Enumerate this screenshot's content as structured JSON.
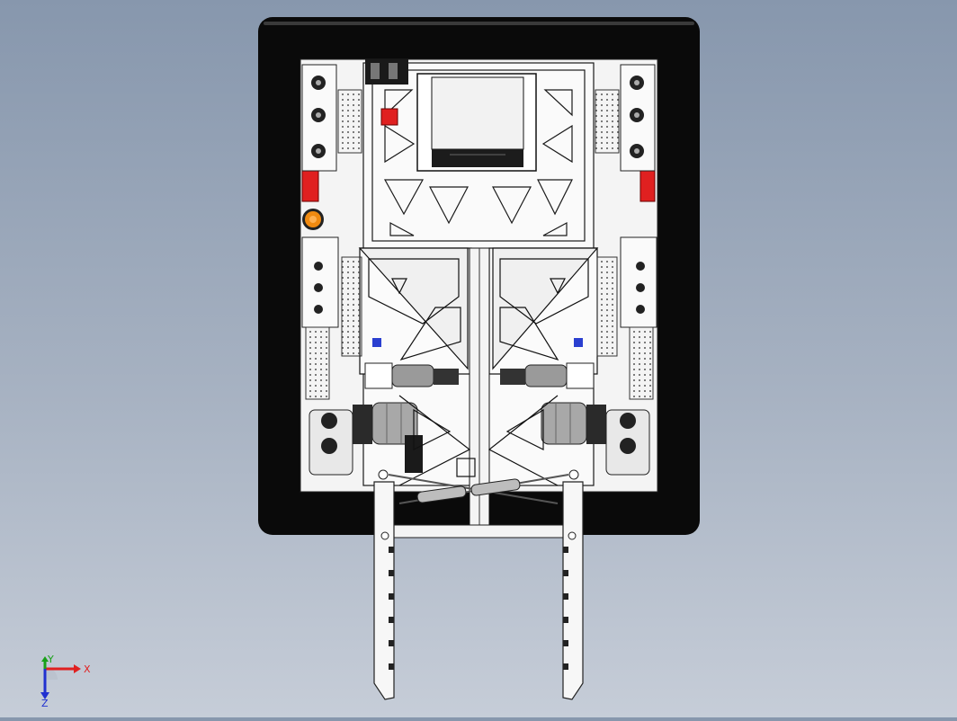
{
  "viewport": {
    "name": "cad-graphics-area",
    "background_top": "#8797ad",
    "background_bottom": "#c6cdd8"
  },
  "model": {
    "frame_color": "#0a0a0a",
    "plate_color": "#f4f4f4",
    "line_color": "#1a1a1a",
    "accent_red": "#e02020",
    "accent_orange": "#f08a10",
    "accent_blue": "#2a3fd0"
  },
  "triad": {
    "x_label": "X",
    "y_label": "Y",
    "z_label": "Z",
    "x_color": "#e02020",
    "y_color": "#18a018",
    "z_color": "#2030d0"
  }
}
